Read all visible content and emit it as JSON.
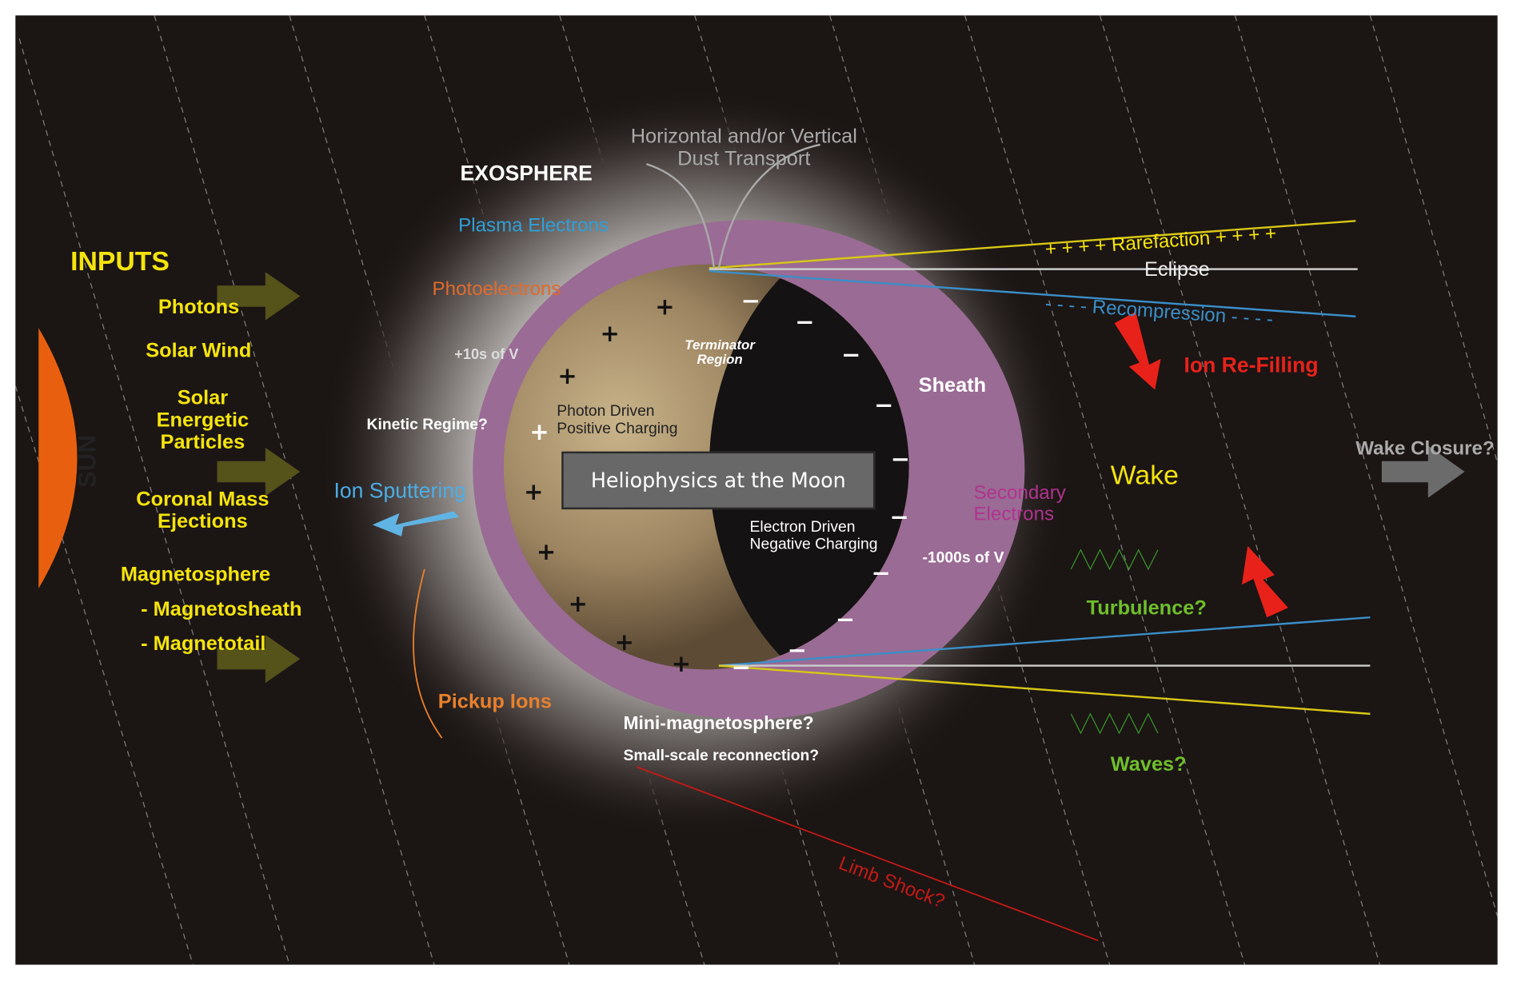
{
  "title": "Heliophysics at the Moon",
  "sun": "SUN",
  "inputs": {
    "heading": "INPUTS",
    "photons": "Photons",
    "solar_wind": "Solar Wind",
    "sep": [
      "Solar",
      "Energetic",
      "Particles"
    ],
    "cme": [
      "Coronal Mass",
      "Ejections"
    ],
    "magnetosphere": "Magnetosphere",
    "magnetosheath": "- Magnetosheath",
    "magnetotail": "- Magnetotail"
  },
  "labels": {
    "exosphere": "EXOSPHERE",
    "dust": [
      "Horizontal and/or Vertical",
      "Dust Transport"
    ],
    "plasma_electrons": "Plasma Electrons",
    "photoelectrons": "Photoelectrons",
    "tens_of_v": "+10s of V",
    "kinetic_regime": "Kinetic Regime?",
    "ion_sputtering": "Ion Sputtering",
    "terminator": [
      "Terminator",
      "Region"
    ],
    "photon_charging": [
      "Photon Driven",
      "Positive Charging"
    ],
    "electron_charging": [
      "Electron Driven",
      "Negative Charging"
    ],
    "sheath": "Sheath",
    "thousands_of_v": "-1000s of V",
    "secondary_electrons": [
      "Secondary",
      "Electrons"
    ],
    "pickup_ions": "Pickup Ions",
    "mini_magnetosphere": "Mini-magnetosphere?",
    "small_scale": "Small-scale reconnection?",
    "limb_shock": "Limb Shock?",
    "rarefaction": "+ + + + Rarefaction + + + +",
    "eclipse": "Eclipse",
    "recompression": "- - - - Recompression - - - -",
    "ion_refilling": "Ion Re-Filling",
    "wake": "Wake",
    "wake_closure": "Wake Closure?",
    "turbulence": "Turbulence?",
    "waves": "Waves?"
  },
  "colors": {
    "background": "#1b1514",
    "yellow": "#f5e40c",
    "sun": "#e8600f",
    "sheath": "#9a6b94",
    "blue": "#2fa0d8",
    "red": "#e8221a",
    "green": "#6fbf2a",
    "orange": "#e26a2c"
  }
}
